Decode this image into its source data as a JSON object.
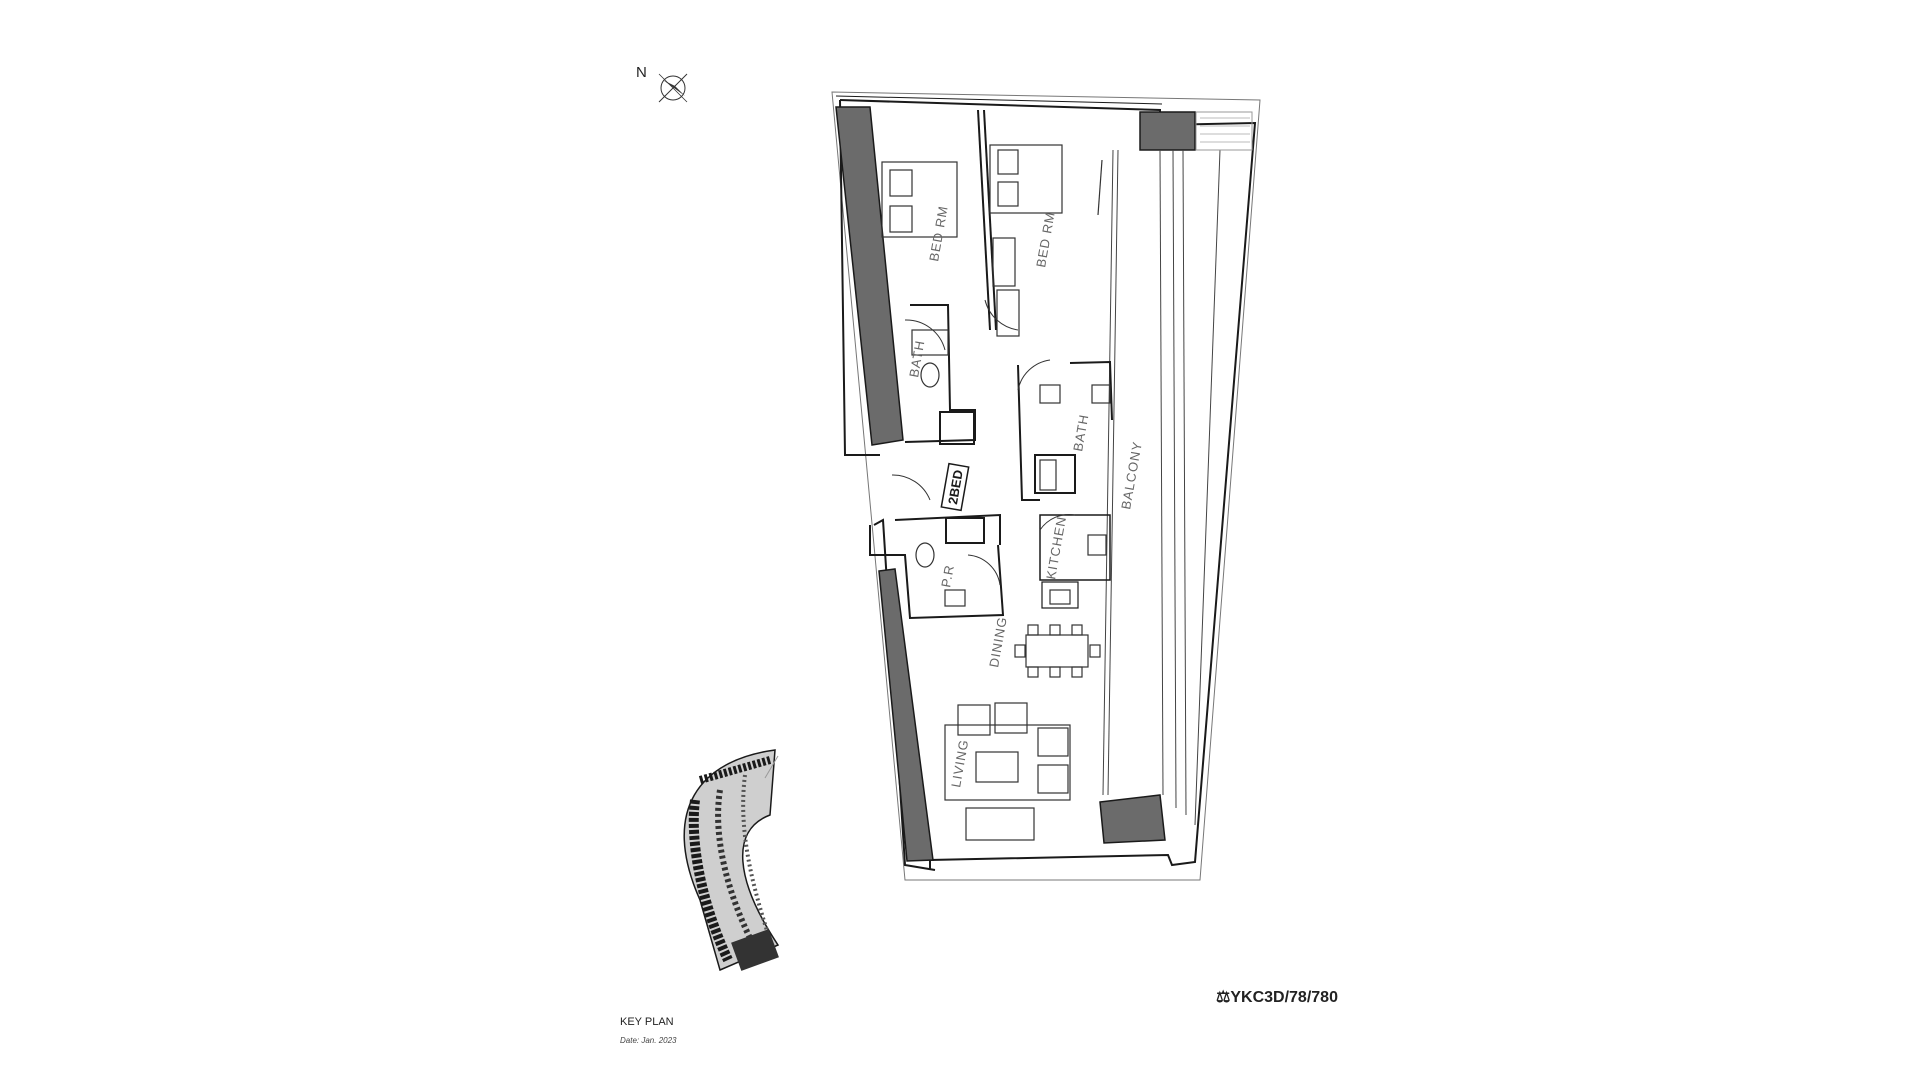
{
  "compass": {
    "letter": "N"
  },
  "rooms": {
    "bed_rm_1": "BED RM",
    "bed_rm_2": "BED RM",
    "bath_1": "BATH",
    "bath_2": "BATH",
    "balcony": "BALCONY",
    "kitchen": "KITCHEN",
    "pr": "P.R",
    "dining": "DINING",
    "living": "LIVING"
  },
  "unit_tag": "2BED",
  "unit_code": "⚖YKC3D/78/780",
  "key_plan": {
    "title": "KEY PLAN",
    "date": "Date: Jan. 2023"
  },
  "colors": {
    "wall": "#1a1a1a",
    "column_fill": "#6b6b6b",
    "line": "#333333",
    "label": "#666666"
  }
}
